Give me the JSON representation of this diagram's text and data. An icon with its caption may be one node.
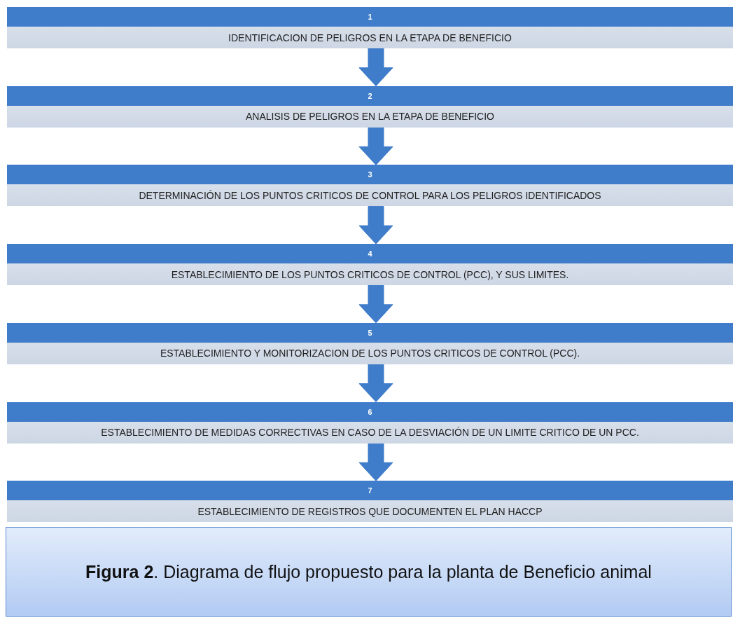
{
  "diagram": {
    "caption": "**Figura 2**. Diagrama de flujo propuesto para la planta de Beneficio animal",
    "nodes": [
      {
        "text": [
          "1",
          "IDENTIFICACION DE PELIGROS EN LA ETAPA DE BENEFICIO"
        ]
      },
      {
        "text": [
          "2",
          "ANALISIS DE PELIGROS EN LA ETAPA DE BENEFICIO"
        ]
      },
      {
        "text": [
          "3",
          "DETERMINACIÓN DE LOS PUNTOS CRITICOS DE CONTROL PARA LOS PELIGROS IDENTIFICADOS"
        ]
      },
      {
        "text": [
          "4",
          "ESTABLECIMIENTO DE LOS PUNTOS CRITICOS DE CONTROL (PCC), Y SUS LIMITES."
        ]
      },
      {
        "text": [
          "5",
          "ESTABLECIMIENTO Y MONITORIZACION DE LOS PUNTOS CRITICOS DE CONTROL (PCC)."
        ]
      },
      {
        "text": [
          "6",
          "ESTABLECIMIENTO DE MEDIDAS CORRECTIVAS EN CASO DE LA DESVIACIÓN DE UN LIMITE CRITICO DE UN PCC."
        ]
      },
      {
        "text": [
          "7",
          "ESTABLECIMIENTO DE REGISTROS QUE DOCUMENTEN EL PLAN HACCP"
        ]
      }
    ],
    "edges": [
      {
        "from": 0,
        "to": 1,
        "arrow": "to"
      },
      {
        "from": 1,
        "to": 2,
        "arrow": "to"
      },
      {
        "from": 2,
        "to": 3,
        "arrow": "to"
      },
      {
        "from": 3,
        "to": 4,
        "arrow": "to"
      },
      {
        "from": 4,
        "to": 5,
        "arrow": "to"
      },
      {
        "from": 5,
        "to": 6,
        "arrow": "to"
      }
    ]
  }
}
